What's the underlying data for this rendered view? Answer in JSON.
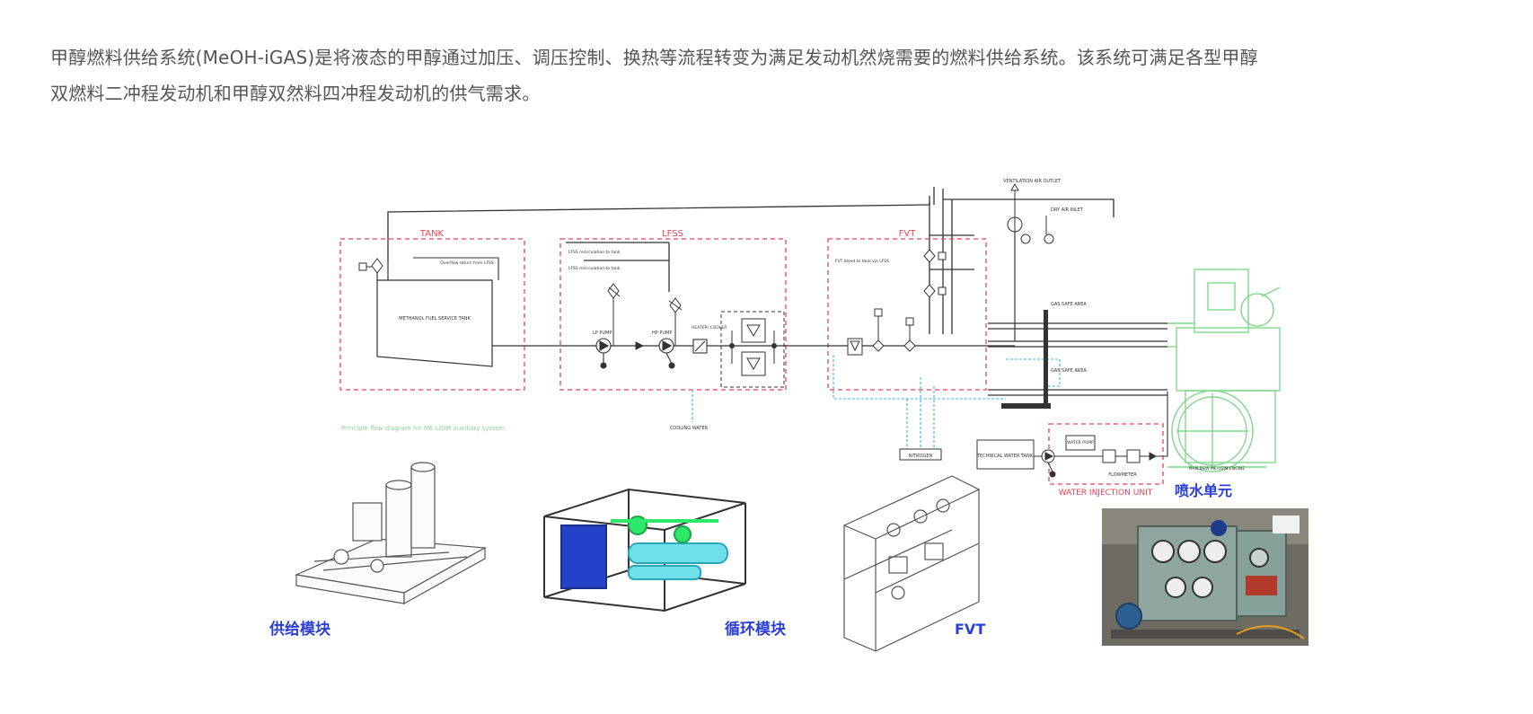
{
  "intro": {
    "line1": "甲醇燃料供给系统(MeOH-iGAS)是将液态的甲醇通过加压、调压控制、换热等流程转变为满足发动机然烧需要的燃料供给系统。该系统可满足各型甲醇",
    "line2": "双燃料二冲程发动机和甲醇双然料四冲程发动机的供气需求。"
  },
  "diagram": {
    "zones": {
      "tank": "TANK",
      "lfss": "LFSS",
      "fvt": "FVT",
      "water_injection": "WATER INJECTION UNIT"
    },
    "tank_label": "METHANOL FUEL SERVICE TANK",
    "overflow_label": "Overflow return from LFSS",
    "lfss_recirc_label": "LFSS recirculation to tank",
    "lfss_recirc_label2": "LFSS recirculation to tank",
    "lp_pump": "LP PUMP",
    "hp_pump": "HP PUMP",
    "heater_cooler": "HEATER/ COOLER",
    "fvt_label": "FVT bleed to tank via LFSS",
    "ventilation": "VENTILATION AIR OUTLET",
    "dry_air": "DRY AIR INLET",
    "gas_safe_1": "GAS SAFE AREA",
    "gas_safe_2": "GAS SAFE AREA",
    "cooling_water": "COOLING WATER",
    "nitrogen": "NITROGEN",
    "technical_water_tank": "TECHNICAL WATER TANK",
    "water_pump": "WATER PUMP",
    "flowmeter": "FLOWMETER",
    "engine_label": "MAN B&W ME-LGIM ENGINE",
    "caption": "Principle flow diagram for ME-LGIM auxiliary system.",
    "water_injection_cn": "喷水单元"
  },
  "modules": {
    "supply": "供给模块",
    "circulation": "循环模块",
    "fvt": "FVT"
  },
  "colors": {
    "zone_border": "#e8425a",
    "flow_line": "#333333",
    "cooling_line": "#3bb4e8",
    "engine": "#7fd88a",
    "caption": "#8fd49a",
    "module_label": "#2b3fd6"
  }
}
